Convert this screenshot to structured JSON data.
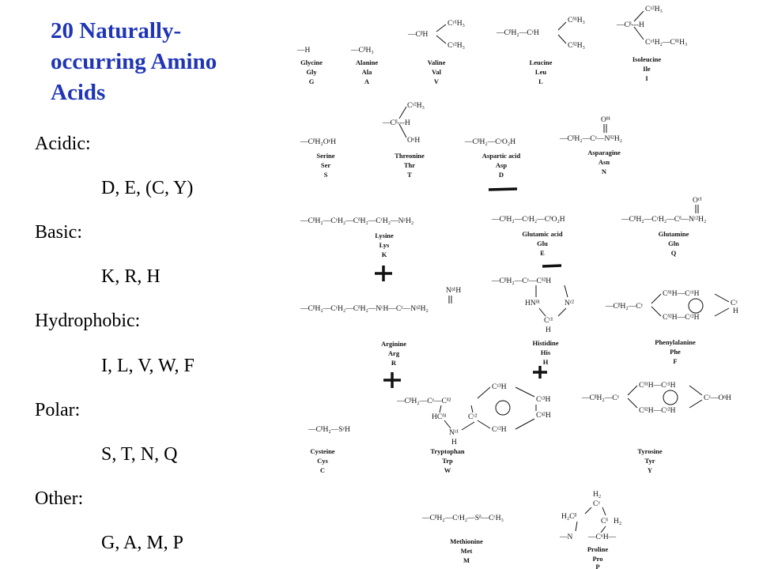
{
  "slide": {
    "title_lines": [
      "20 Naturally-",
      "occurring Amino",
      "Acids"
    ],
    "categories": [
      {
        "label": "Acidic:",
        "members": "D, E, (C, Y)"
      },
      {
        "label": "Basic:",
        "members": "K, R, H"
      },
      {
        "label": "Hydrophobic:",
        "members": "I, L, V, W, F"
      },
      {
        "label": "Polar:",
        "members": "S, T, N, Q"
      },
      {
        "label": "Other:",
        "members": "G, A, M, P"
      }
    ]
  },
  "amino_acids": {
    "gly": {
      "name": "Glycine",
      "three": "Gly",
      "one": "G",
      "formula": "—H"
    },
    "ala": {
      "name": "Alanine",
      "three": "Ala",
      "one": "A",
      "formula": "—CᵝH₃"
    },
    "val": {
      "name": "Valine",
      "three": "Val",
      "one": "V",
      "f1": "Cᵞ¹H₃",
      "f2": "—CᵝH",
      "f3": "Cᵞ²H₃"
    },
    "leu": {
      "name": "Leucine",
      "three": "Leu",
      "one": "L",
      "f1": "Cᵟ¹H₃",
      "f2": "—CᵝH₂—CᵞH",
      "f3": "Cᵟ²H₃"
    },
    "ile": {
      "name": "Isoleucine",
      "three": "Ile",
      "one": "I",
      "f1": "Cᵞ²H₃",
      "f2": "—Cᵝ---H",
      "f3": "Cᵞ¹H₂—Cᵟ¹H₃"
    },
    "ser": {
      "name": "Serine",
      "three": "Ser",
      "one": "S",
      "formula": "—CᵝH₂OᵞH"
    },
    "thr": {
      "name": "Threonine",
      "three": "Thr",
      "one": "T",
      "f1": "Cᵞ²H₃",
      "f2": "—Cᵝ---H",
      "f3": "OᵞH"
    },
    "asp": {
      "name": "Aspartic acid",
      "three": "Asp",
      "one": "D",
      "formula": "—CᵝH₂—CᵞO₂H"
    },
    "asn": {
      "name": "Asparagine",
      "three": "Asn",
      "one": "N",
      "f1": "Oᵟ¹",
      "f2": "—CᵝH₂—Cᵞ—Nᵟ²H₂"
    },
    "lys": {
      "name": "Lysine",
      "three": "Lys",
      "one": "K",
      "formula": "—CᵝH₂—CᵞH₂—CᵟH₂—CᵋH₂—NᶻH₂"
    },
    "glu": {
      "name": "Glutamic acid",
      "three": "Glu",
      "one": "E",
      "formula": "—CᵝH₂—CᵞH₂—CᵟO₂H"
    },
    "gln": {
      "name": "Glutamine",
      "three": "Gln",
      "one": "Q",
      "f1": "Oᵋ¹",
      "f2": "—CᵝH₂—CᵞH₂—Cᵟ—Nᵋ²H₂"
    },
    "arg": {
      "name": "Arginine",
      "three": "Arg",
      "one": "R",
      "f1": "Nᵑ¹H",
      "f2": "—CᵝH₂—CᵞH₂—CᵟH₂—NᵋH—Cᶻ—Nᵑ²H₂"
    },
    "his": {
      "name": "Histidine",
      "three": "His",
      "one": "H",
      "f1": "—CᵝH₂—Cᵞ—Cᵟ²H",
      "f2": "HNᵟ¹",
      "f3": "Nᵋ²",
      "f4": "Cᵋ¹",
      "f5": "H"
    },
    "phe": {
      "name": "Phenylalanine",
      "three": "Phe",
      "one": "F",
      "f1": "Cᵟ¹H—Cᵋ¹H",
      "f2": "—CᵝH₂—Cᵞ",
      "f3": "Cᶻ",
      "f4": "H",
      "f5": "Cᵟ²H—Cᵋ²H"
    },
    "cys": {
      "name": "Cysteine",
      "three": "Cys",
      "one": "C",
      "formula": "—CᵝH₂—SᵞH"
    },
    "trp": {
      "name": "Tryptophan",
      "three": "Trp",
      "one": "W",
      "f1": "Cᶻ³H",
      "f2": "—CᵝH₂—Cᵞ—Cᵟ²",
      "f3": "Cᵋ³H",
      "f4": "Cᵑ²H",
      "f5": "HCᵟ¹",
      "f6": "Cᵋ²",
      "f7": "Cᶻ²H",
      "f8": "Nᵋ¹",
      "f9": "H"
    },
    "tyr": {
      "name": "Tyrosine",
      "three": "Tyr",
      "one": "Y",
      "f1": "Cᵟ¹H—Cᵋ¹H",
      "f2": "—CᵝH₂—Cᵞ",
      "f3": "Cᶻ—OᵑH",
      "f5": "Cᵟ²H—Cᵋ²H"
    },
    "met": {
      "name": "Methionine",
      "three": "Met",
      "one": "M",
      "formula": "—CᵝH₂—CᵞH₂—Sᵟ—CᵋH₃"
    },
    "pro": {
      "name": "Proline",
      "three": "Pro",
      "one": "P",
      "f1": "H₂",
      "f2": "Cᵞ",
      "f3": "H₂Cᵝ",
      "f4": "Cᵟ",
      "f5": "H₂",
      "f6": "—N",
      "f7": "—CᵅH—"
    }
  },
  "charge_marks": {
    "acidic": "—",
    "basic": "+"
  }
}
